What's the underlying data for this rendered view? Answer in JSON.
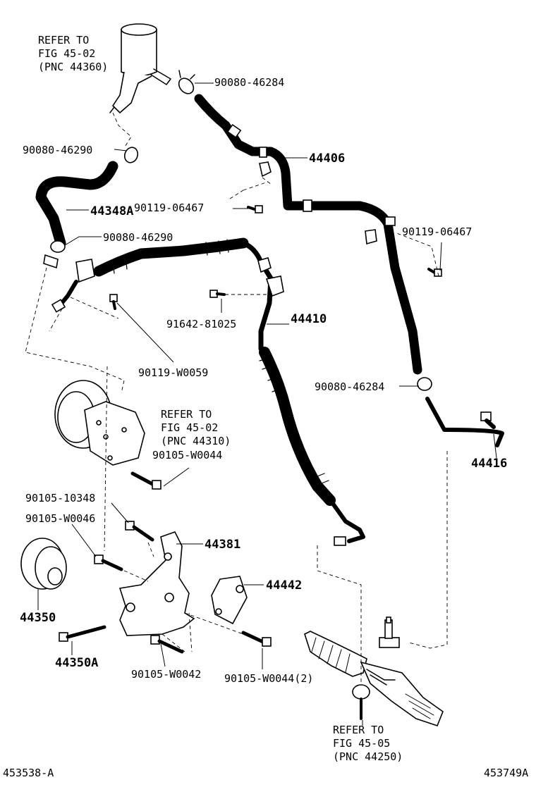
{
  "labels": {
    "refer_reservoir": [
      "REFER TO",
      "FIG 45-02",
      "(PNC 44360)"
    ],
    "refer_pump": [
      "REFER TO",
      "FIG 45-02",
      "(PNC 44310)"
    ],
    "refer_gear": [
      "REFER TO",
      "FIG 45-05",
      "(PNC 44250)"
    ],
    "p_90080_46284_top": "90080-46284",
    "p_44406": "44406",
    "p_90080_46290_a": "90080-46290",
    "p_44348A": "44348A",
    "p_90119_06467_a": "90119-06467",
    "p_90119_06467_b": "90119-06467",
    "p_90080_46290_b": "90080-46290",
    "p_91642_81025": "91642-81025",
    "p_44410": "44410",
    "p_90119_W0059": "90119-W0059",
    "p_90080_46284_b": "90080-46284",
    "p_44416": "44416",
    "p_90105_W0044": "90105-W0044",
    "p_90105_10348": "90105-10348",
    "p_90105_W0046": "90105-W0046",
    "p_44381": "44381",
    "p_44442": "44442",
    "p_44350": "44350",
    "p_44350A": "44350A",
    "p_90105_W0042": "90105-W0042",
    "p_90105_W0044_2": "90105-W0044(2)",
    "footer_left": "453538-A",
    "footer_right": "453749A"
  }
}
